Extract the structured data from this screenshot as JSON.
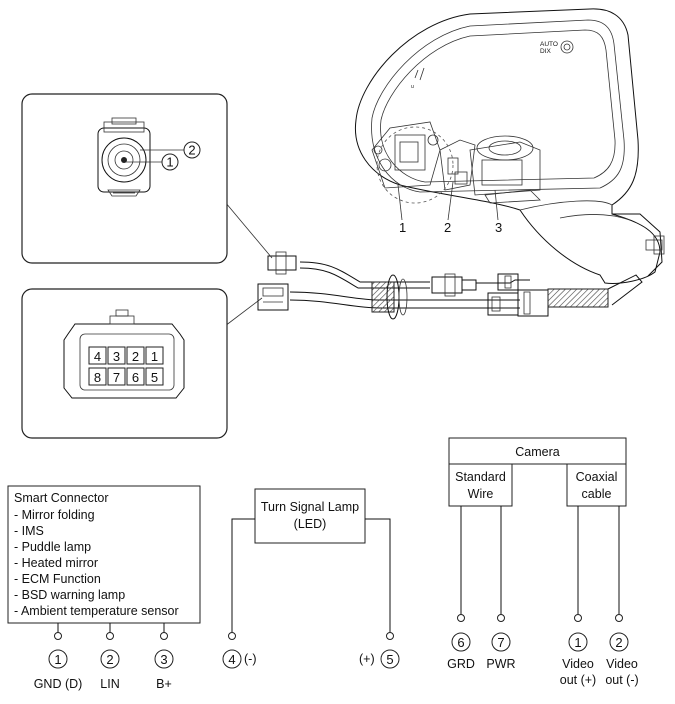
{
  "mirror_callouts": [
    "1",
    "2",
    "3"
  ],
  "inset_top": {
    "pins": [
      "1",
      "2"
    ]
  },
  "inset_connector": {
    "pins_top": [
      "4",
      "3",
      "2",
      "1"
    ],
    "pins_bottom": [
      "8",
      "7",
      "6",
      "5"
    ]
  },
  "smart_connector": {
    "title": "Smart Connector",
    "items": [
      "- Mirror folding",
      "- IMS",
      "- Puddle lamp",
      "- Heated mirror",
      "- ECM Function",
      "- BSD warning lamp",
      "- Ambient temperature sensor"
    ],
    "terminals": [
      {
        "num": "1",
        "label": "GND (D)"
      },
      {
        "num": "2",
        "label": "LIN"
      },
      {
        "num": "3",
        "label": "B+"
      }
    ]
  },
  "turn_signal": {
    "title_line1": "Turn Signal Lamp",
    "title_line2": "(LED)",
    "terminals": [
      {
        "num": "4",
        "label": "(-)"
      },
      {
        "num": "5",
        "label": "(+)"
      }
    ]
  },
  "camera": {
    "title": "Camera",
    "standard_wire_line1": "Standard",
    "standard_wire_line2": "Wire",
    "coaxial_line1": "Coaxial",
    "coaxial_line2": "cable",
    "terminals": [
      {
        "num": "6",
        "label": "GRD"
      },
      {
        "num": "7",
        "label": "PWR"
      },
      {
        "num": "1",
        "label_line1": "Video",
        "label_line2": "out (+)"
      },
      {
        "num": "2",
        "label_line1": "Video",
        "label_line2": "out (-)"
      }
    ]
  },
  "mirror_badge": {
    "line1": "AUTO",
    "line2": "DIX"
  }
}
